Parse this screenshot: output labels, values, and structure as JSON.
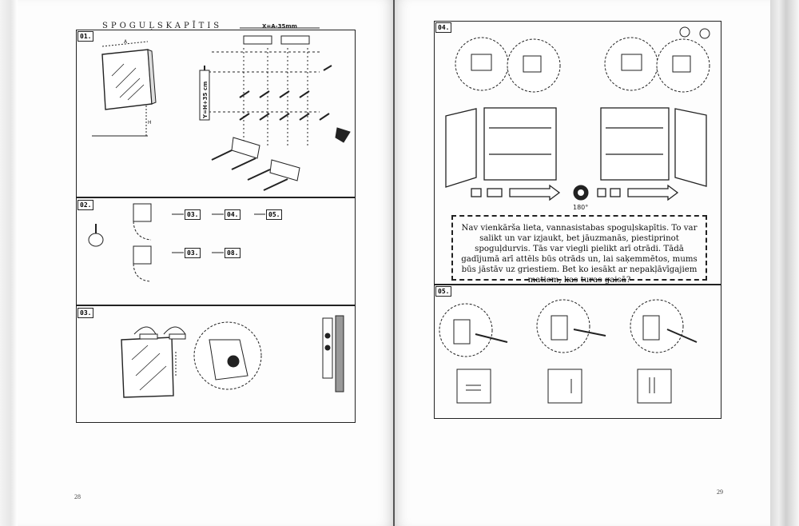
{
  "left_page": {
    "page_number": "28",
    "title": "SPOGUĻSKAPĪTIS",
    "panels": [
      {
        "label": "01."
      },
      {
        "label": "02.",
        "steps_top": [
          "03.",
          "04.",
          "05."
        ],
        "steps_bottom": [
          "03.",
          "08."
        ]
      },
      {
        "label": "03."
      }
    ],
    "dimensions": {
      "x": "X=A-35mm",
      "y": "Y=H+35 cm",
      "a": "A",
      "h": "H"
    }
  },
  "right_page": {
    "page_number": "29",
    "panels": [
      {
        "label": "04."
      },
      {
        "label": "05."
      }
    ],
    "rotation": "180°",
    "tip_text": "Nav vienkārša lieta, vannasistabas spoguļskapītis. To var salikt un var izjaukt, bet jāuzmanās, piestiprinot spoguļdurvis. Tās var viegli pielikt arī otrādi.  Tādā gadījumā arī attēls būs otrāds un, lai saķemmētos, mums būs jāstāv uz griestiem. Bet ko iesākt ar nepakļāvīgajiem matiem, kas turas gaisā?"
  }
}
